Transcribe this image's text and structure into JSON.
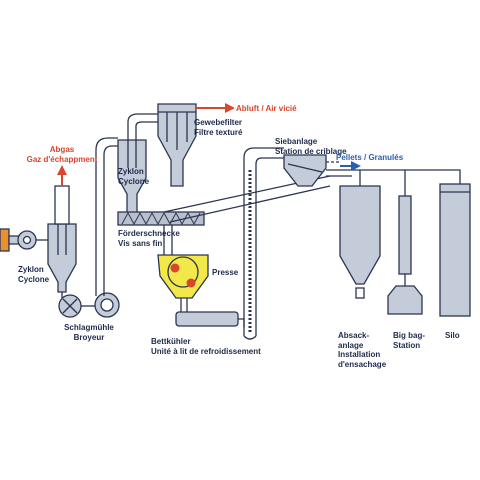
{
  "labels": {
    "abgas": [
      "Abgas",
      "Gaz d'échappment"
    ],
    "abluft": "Abluft / Air vicié",
    "gewebefilter": [
      "Gewebefilter",
      "Filtre texturé"
    ],
    "zyklon_top": [
      "Zyklon",
      "Cyclone"
    ],
    "siebanlage": [
      "Siebanlage",
      "Station de criblage"
    ],
    "pellets": "Pellets / Granulés",
    "zyklon_left": [
      "Zyklon",
      "Cyclone"
    ],
    "foerderschnecke": [
      "Förderschnecke",
      "Vis sans fin"
    ],
    "presse": "Presse",
    "schlagmuehle": [
      "Schlagmühle",
      "Broyeur"
    ],
    "bettkuehler": [
      "Bettkühler",
      "Unité à lit de refroidissement"
    ],
    "absackanlage": [
      "Absack-",
      "anlage",
      "Installation",
      "d'ensachage"
    ],
    "bigbag": [
      "Big bag-",
      "Station"
    ],
    "silo": "Silo"
  },
  "colors": {
    "line": "#2b3550",
    "equipment": "#c4cbd9",
    "screw": "#b8bfcd",
    "press_yellow": "#f2e84a",
    "roll_red": "#d9462b",
    "motor_orange": "#e8912e",
    "exhaust_red": "#d9462b",
    "pellet_blue": "#2a5fae"
  }
}
